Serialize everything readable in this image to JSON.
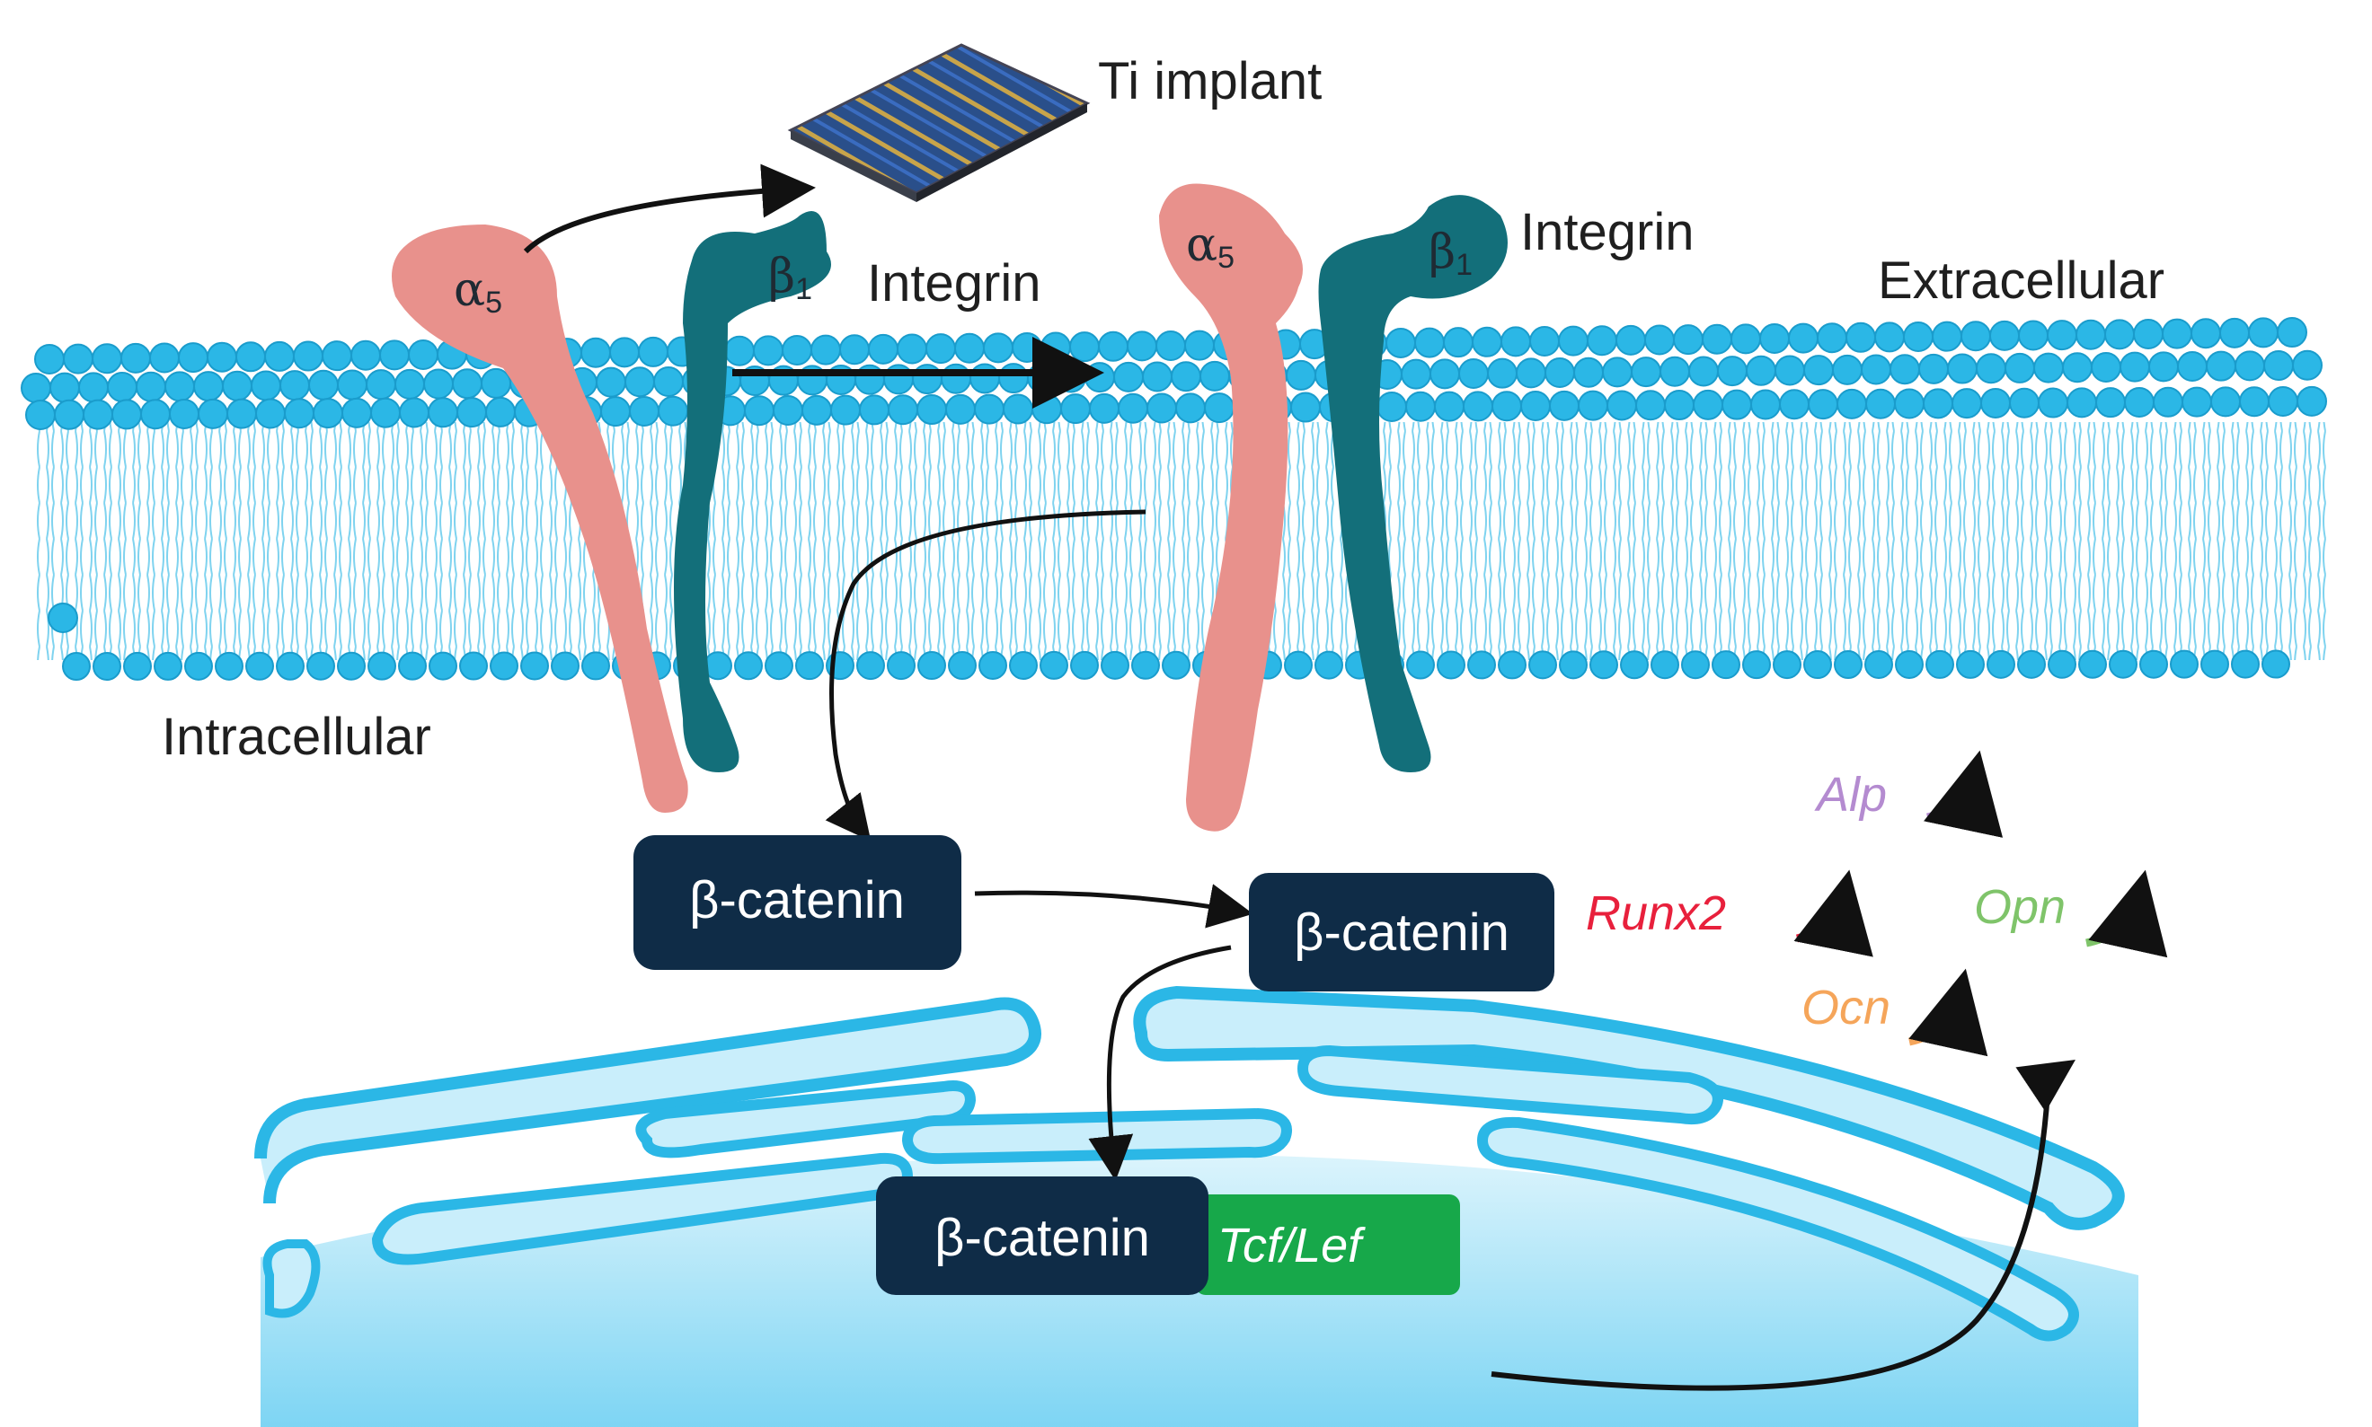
{
  "labels": {
    "ti_implant": "Ti implant",
    "integrin_left": "Integrin",
    "integrin_right": "Integrin",
    "extracellular": "Extracellular",
    "intracellular": "Intracellular",
    "alpha_symbol": "α",
    "alpha_sub": "5",
    "beta_symbol": "β",
    "beta_sub": "1"
  },
  "boxes": {
    "catenin_cyto_1": "β-catenin",
    "catenin_cyto_2": "β-catenin",
    "catenin_nuclear": "β-catenin",
    "tcf_lef": "Tcf/Lef"
  },
  "genes": [
    {
      "name": "Alp",
      "color": "#b48bd0"
    },
    {
      "name": "Runx2",
      "color": "#e8203c"
    },
    {
      "name": "Opn",
      "color": "#7fc46a"
    },
    {
      "name": "Ocn",
      "color": "#f5a55a"
    }
  ],
  "colors": {
    "membrane": "#2bb7e6",
    "alpha_subunit": "#e8918c",
    "beta_subunit": "#136f7a",
    "catenin_box": "#0f2c47",
    "tcf_box": "#17a84a",
    "nucleus": "#9fdff6"
  }
}
